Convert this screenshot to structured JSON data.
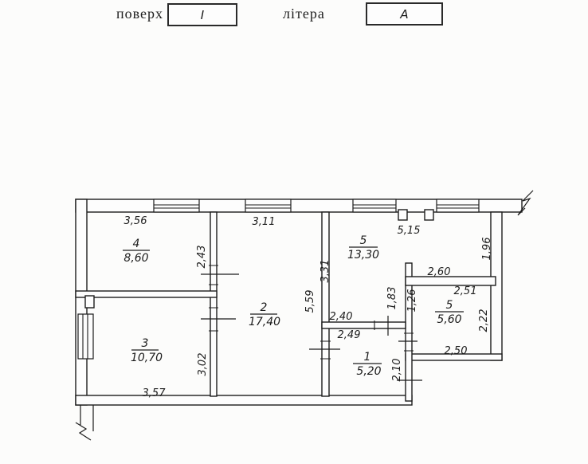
{
  "header": {
    "floor_label": "поверх",
    "floor_value": "I",
    "letter_label": "літера",
    "letter_value": "А"
  },
  "plan": {
    "rooms": {
      "r1": {
        "number": "1",
        "area": "5,20"
      },
      "r2": {
        "number": "2",
        "area": "17,40"
      },
      "r3": {
        "number": "3",
        "area": "10,70"
      },
      "r4": {
        "number": "4",
        "area": "8,60"
      },
      "r5a": {
        "number": "5",
        "area": "13,30"
      },
      "r5b": {
        "number": "5",
        "area": "5,60"
      }
    },
    "dims": {
      "d356": "3,56",
      "d311": "3,11",
      "d515": "5,15",
      "d243": "2,43",
      "d331": "3,31",
      "d559": "5,59",
      "d196": "1,96",
      "d260": "2,60",
      "d251": "2,51",
      "d183": "1,83",
      "d126": "1,26",
      "d222": "2,22",
      "d240": "2,40",
      "d249": "2,49",
      "d210": "2,10",
      "d250": "2,50",
      "d302": "3,02",
      "d357": "3,57"
    }
  }
}
